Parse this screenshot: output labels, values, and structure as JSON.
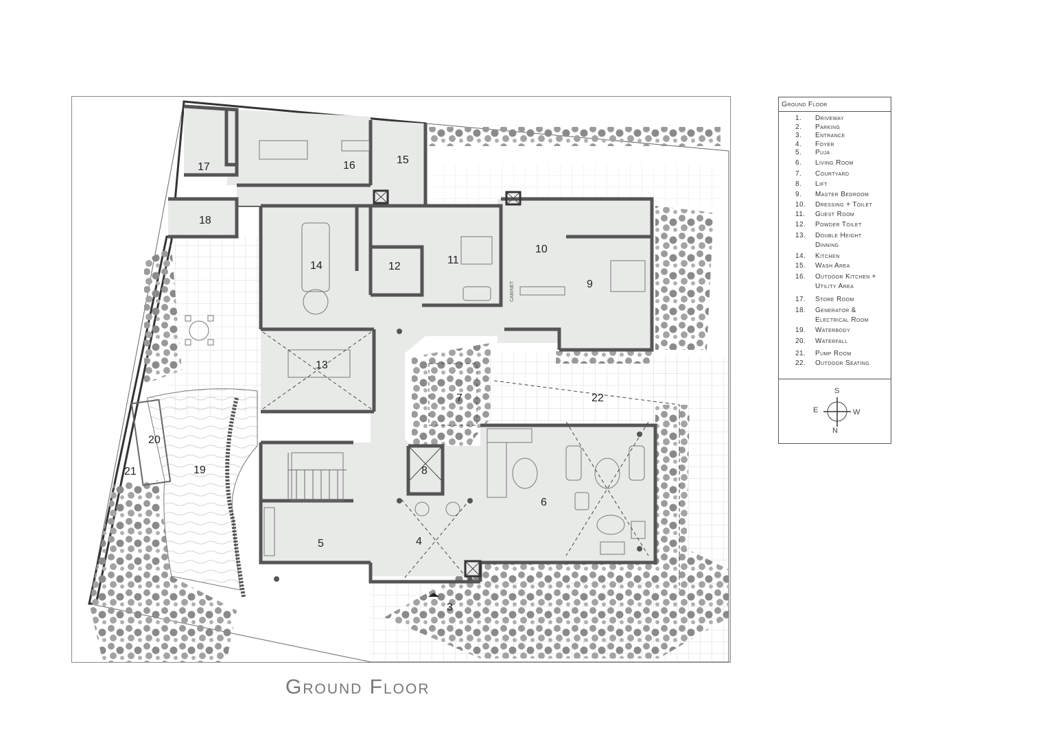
{
  "title": "Ground Floor",
  "legend": {
    "title": "Ground Floor",
    "items": [
      {
        "num": "1.",
        "label": "Driveway"
      },
      {
        "num": "2.",
        "label": "Parking"
      },
      {
        "num": "3.",
        "label": "Entrance"
      },
      {
        "num": "4.",
        "label": "Foyer"
      },
      {
        "num": "5.",
        "label": "Puja"
      },
      {
        "num": "6.",
        "label": "Living Room"
      },
      {
        "num": "7.",
        "label": "Courtyard"
      },
      {
        "num": "8.",
        "label": "Lift"
      },
      {
        "num": "9.",
        "label": "Master Bedroom"
      },
      {
        "num": "10.",
        "label": "Dressing + Toilet"
      },
      {
        "num": "11.",
        "label": "Guest Room"
      },
      {
        "num": "12.",
        "label": "Powder Toilet"
      },
      {
        "num": "13.",
        "label": "Double Height\nDinning"
      },
      {
        "num": "14.",
        "label": "Kitchen"
      },
      {
        "num": "15.",
        "label": "Wash Area"
      },
      {
        "num": "16.",
        "label": "Outdoor Kitchen +\nUtility Area"
      },
      {
        "num": "17.",
        "label": "Store Room"
      },
      {
        "num": "18.",
        "label": "Generator &\nElectrical Room"
      },
      {
        "num": "19.",
        "label": "Waterbody"
      },
      {
        "num": "20.",
        "label": "Waterfall"
      },
      {
        "num": "21.",
        "label": "Pump Room"
      },
      {
        "num": "22.",
        "label": "Outdoor Seating"
      }
    ],
    "compass": {
      "s": "S",
      "w": "W",
      "n": "N",
      "e": "E"
    }
  },
  "rooms": [
    {
      "id": "17",
      "label": "17"
    },
    {
      "id": "18",
      "label": "18"
    },
    {
      "id": "16",
      "label": "16"
    },
    {
      "id": "15",
      "label": "15"
    },
    {
      "id": "14",
      "label": "14"
    },
    {
      "id": "12",
      "label": "12"
    },
    {
      "id": "11",
      "label": "11"
    },
    {
      "id": "10",
      "label": "10"
    },
    {
      "id": "9",
      "label": "9"
    },
    {
      "id": "13",
      "label": "13"
    },
    {
      "id": "7",
      "label": "7"
    },
    {
      "id": "22",
      "label": "22"
    },
    {
      "id": "20",
      "label": "20"
    },
    {
      "id": "21",
      "label": "21"
    },
    {
      "id": "19",
      "label": "19"
    },
    {
      "id": "8",
      "label": "8"
    },
    {
      "id": "6",
      "label": "6"
    },
    {
      "id": "5",
      "label": "5"
    },
    {
      "id": "4",
      "label": "4"
    },
    {
      "id": "3",
      "label": "3"
    }
  ],
  "cabinet_text": "CABINET",
  "colors": {
    "floor": "#e8eae8",
    "wall": "#555555",
    "plant": "#8c8c8c",
    "line": "#444444"
  }
}
